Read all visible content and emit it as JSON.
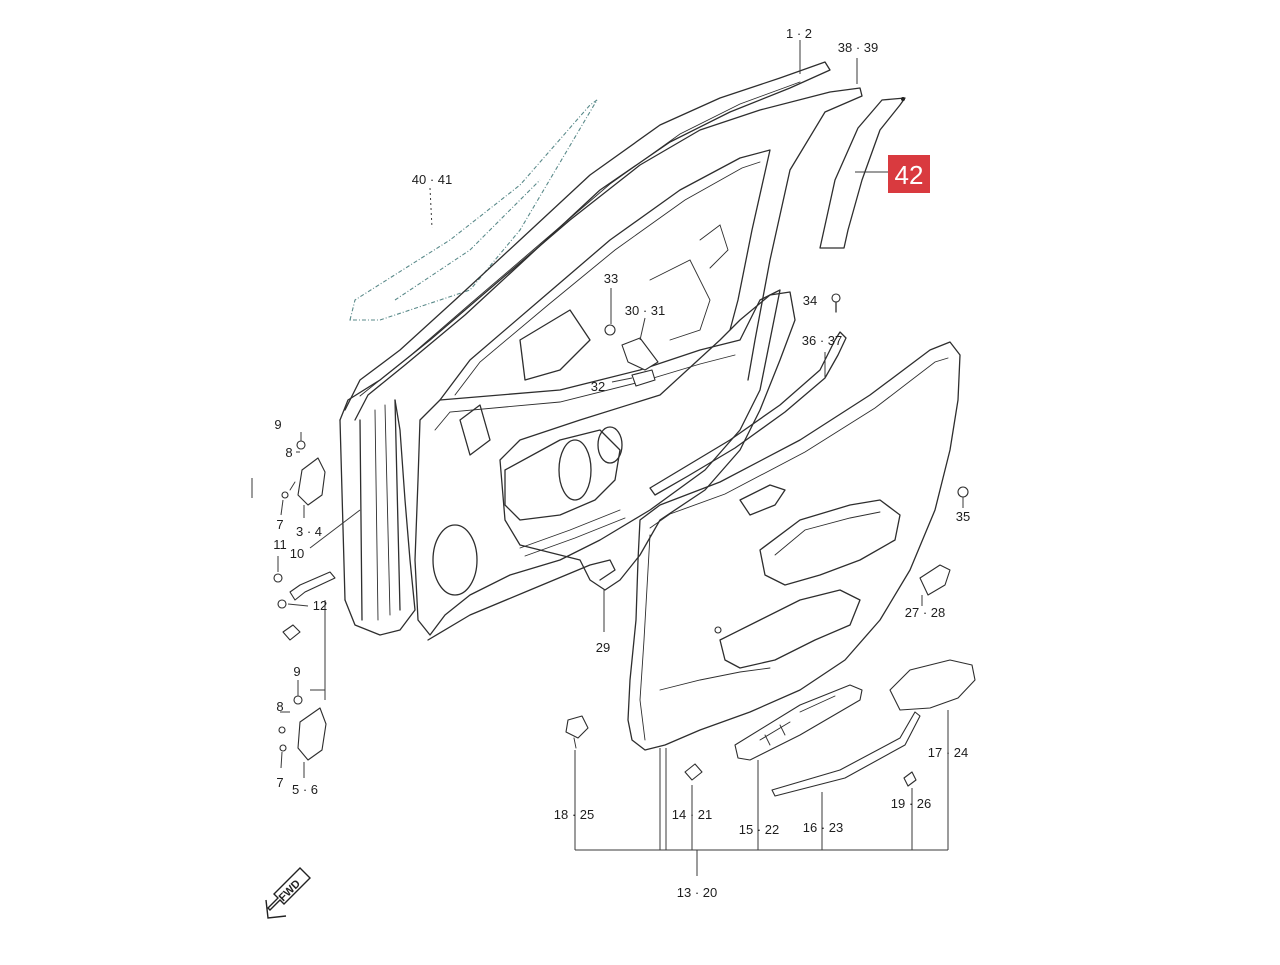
{
  "highlight": {
    "label": "42",
    "color": "#d93a3f",
    "text_color": "#ffffff"
  },
  "labels": {
    "l_1_2": "1 · 2",
    "l_38_39": "38 · 39",
    "l_40_41": "40 · 41",
    "l_33": "33",
    "l_30_31": "30 · 31",
    "l_32": "32",
    "l_34": "34",
    "l_36_37": "36 · 37",
    "l_35": "35",
    "l_27_28": "27 · 28",
    "l_29": "29",
    "l_9a": "9",
    "l_8a": "8",
    "l_7a": "7",
    "l_3_4": "3 · 4",
    "l_11": "11",
    "l_10": "10",
    "l_12": "12",
    "l_9b": "9",
    "l_8b": "8",
    "l_7b": "7",
    "l_5_6": "5 · 6",
    "l_17_24": "17 · 24",
    "l_18_25": "18 · 25",
    "l_14_21": "14 · 21",
    "l_15_22": "15 · 22",
    "l_16_23": "16 · 23",
    "l_19_26": "19 · 26",
    "l_13_20": "13 · 20"
  },
  "fwd_arrow": {
    "text": "FWD"
  }
}
